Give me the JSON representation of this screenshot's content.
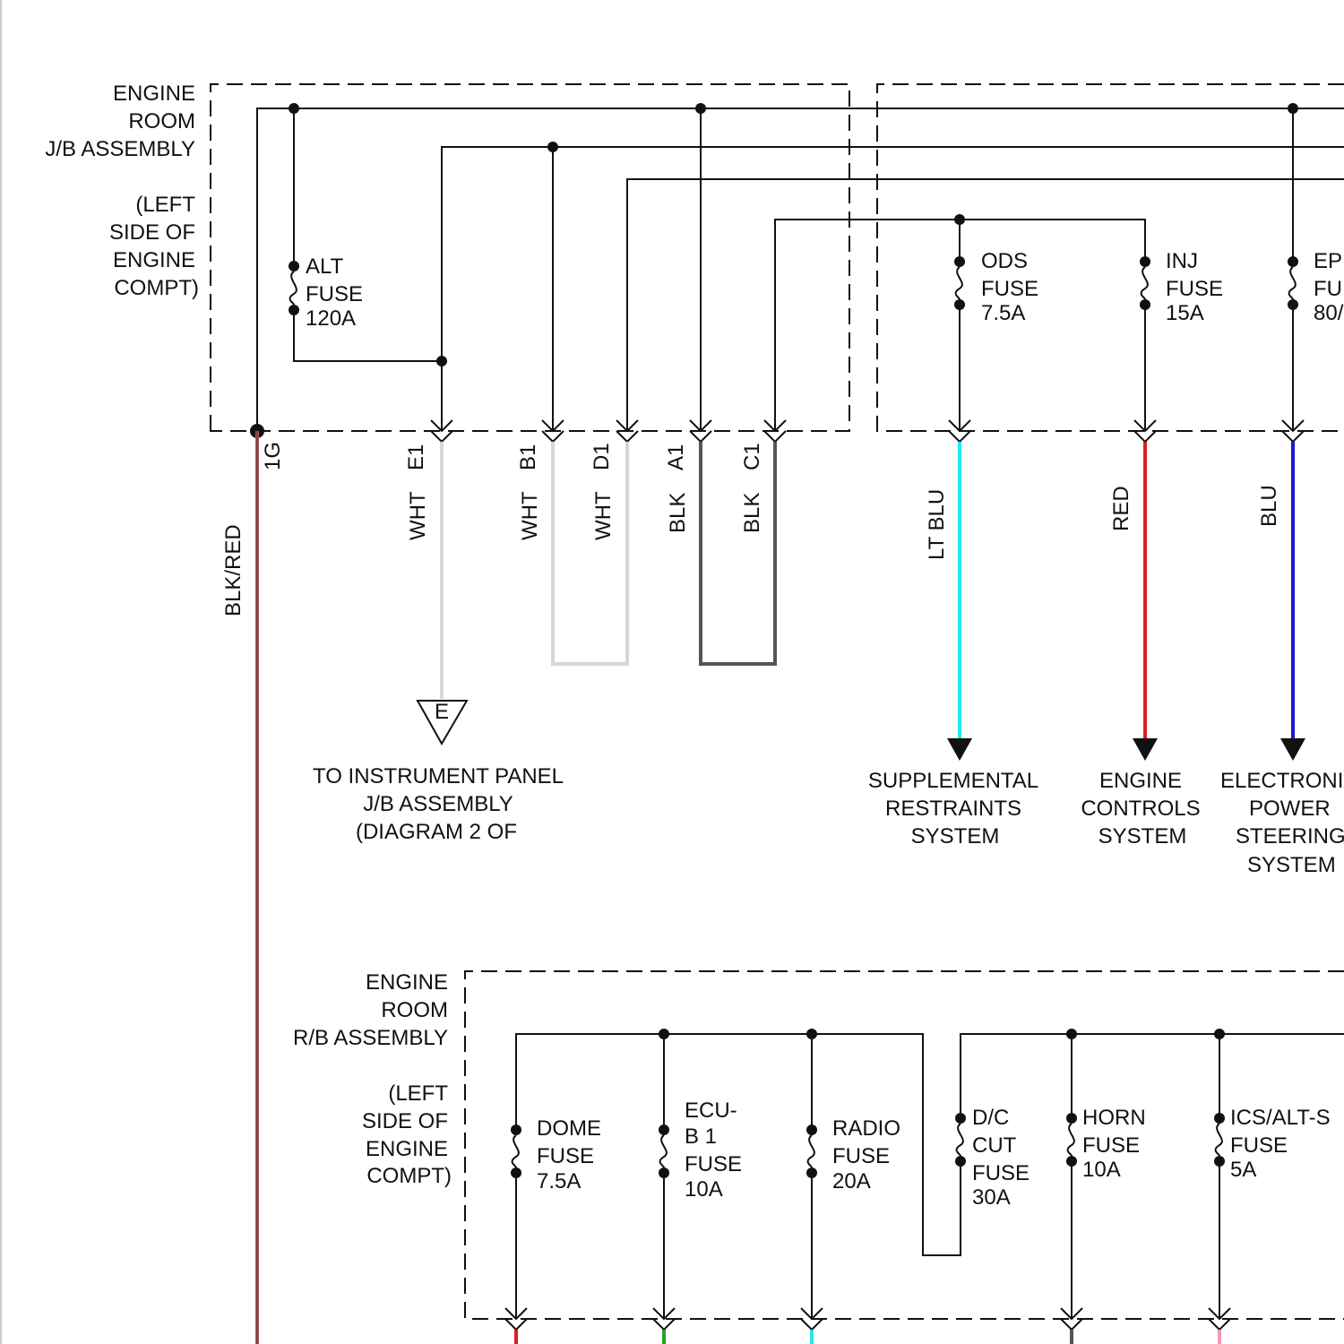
{
  "jb_box": {
    "label_lines": [
      "ENGINE",
      "ROOM",
      "J/B ASSEMBLY"
    ],
    "location_lines": [
      "(LEFT",
      "SIDE OF",
      "ENGINE",
      "COMPT)"
    ]
  },
  "rb_box": {
    "label_lines": [
      "ENGINE",
      "ROOM",
      "R/B ASSEMBLY"
    ],
    "location_lines": [
      "(LEFT",
      "SIDE OF",
      "ENGINE",
      "COMPT)"
    ]
  },
  "upper_fuses": [
    {
      "id": "alt",
      "lines": [
        "ALT",
        "FUSE",
        "120A"
      ]
    },
    {
      "id": "ods",
      "lines": [
        "ODS",
        "FUSE",
        "7.5A"
      ]
    },
    {
      "id": "inj",
      "lines": [
        "INJ",
        "FUSE",
        "15A"
      ]
    },
    {
      "id": "eps",
      "lines": [
        "EP",
        "FU",
        "80/"
      ]
    }
  ],
  "lower_fuses": [
    {
      "id": "dome",
      "lines": [
        "DOME",
        "FUSE",
        "7.5A"
      ]
    },
    {
      "id": "ecu-b1",
      "lines": [
        "ECU-",
        "B 1",
        "FUSE",
        "10A"
      ]
    },
    {
      "id": "radio",
      "lines": [
        "RADIO",
        "FUSE",
        "20A"
      ]
    },
    {
      "id": "dc-cut",
      "lines": [
        "D/C",
        "CUT",
        "FUSE",
        "30A"
      ]
    },
    {
      "id": "horn",
      "lines": [
        "HORN",
        "FUSE",
        "10A"
      ]
    },
    {
      "id": "ics-alt-s",
      "lines": [
        "ICS/ALT-S",
        "FUSE",
        "5A"
      ]
    }
  ],
  "terminals": [
    {
      "id": "1g",
      "pin": "1G",
      "wire": "BLK/RED"
    },
    {
      "id": "e1",
      "pin": "E1",
      "wire": "WHT"
    },
    {
      "id": "b1",
      "pin": "B1",
      "wire": "WHT"
    },
    {
      "id": "d1",
      "pin": "D1",
      "wire": "WHT"
    },
    {
      "id": "a1",
      "pin": "A1",
      "wire": "BLK"
    },
    {
      "id": "c1",
      "pin": "C1",
      "wire": "BLK"
    },
    {
      "id": "ods-out",
      "pin": "",
      "wire": "LT BLU"
    },
    {
      "id": "inj-out",
      "pin": "",
      "wire": "RED"
    },
    {
      "id": "eps-out",
      "pin": "",
      "wire": "BLU"
    }
  ],
  "ground_ref": {
    "letter": "E",
    "lines": [
      "TO INSTRUMENT PANEL",
      "J/B ASSEMBLY",
      "(DIAGRAM 2 OF"
    ]
  },
  "destinations": [
    {
      "id": "srs",
      "lines": [
        "SUPPLEMENTAL",
        "RESTRAINTS",
        "SYSTEM"
      ]
    },
    {
      "id": "engine-controls",
      "lines": [
        "ENGINE",
        "CONTROLS",
        "SYSTEM"
      ]
    },
    {
      "id": "eps",
      "lines": [
        "ELECTRONI",
        "POWER",
        "STEERING",
        "SYSTEM"
      ]
    }
  ],
  "colors": {
    "line": "#111111",
    "blk_red": "#b85555",
    "wht": "#d6d6d6",
    "blk": "#555555",
    "lt_blu": "#22e8e8",
    "red": "#e01c1c",
    "blu": "#1a1ad0",
    "green": "#2a9d2a",
    "pink": "#f29ab0"
  }
}
